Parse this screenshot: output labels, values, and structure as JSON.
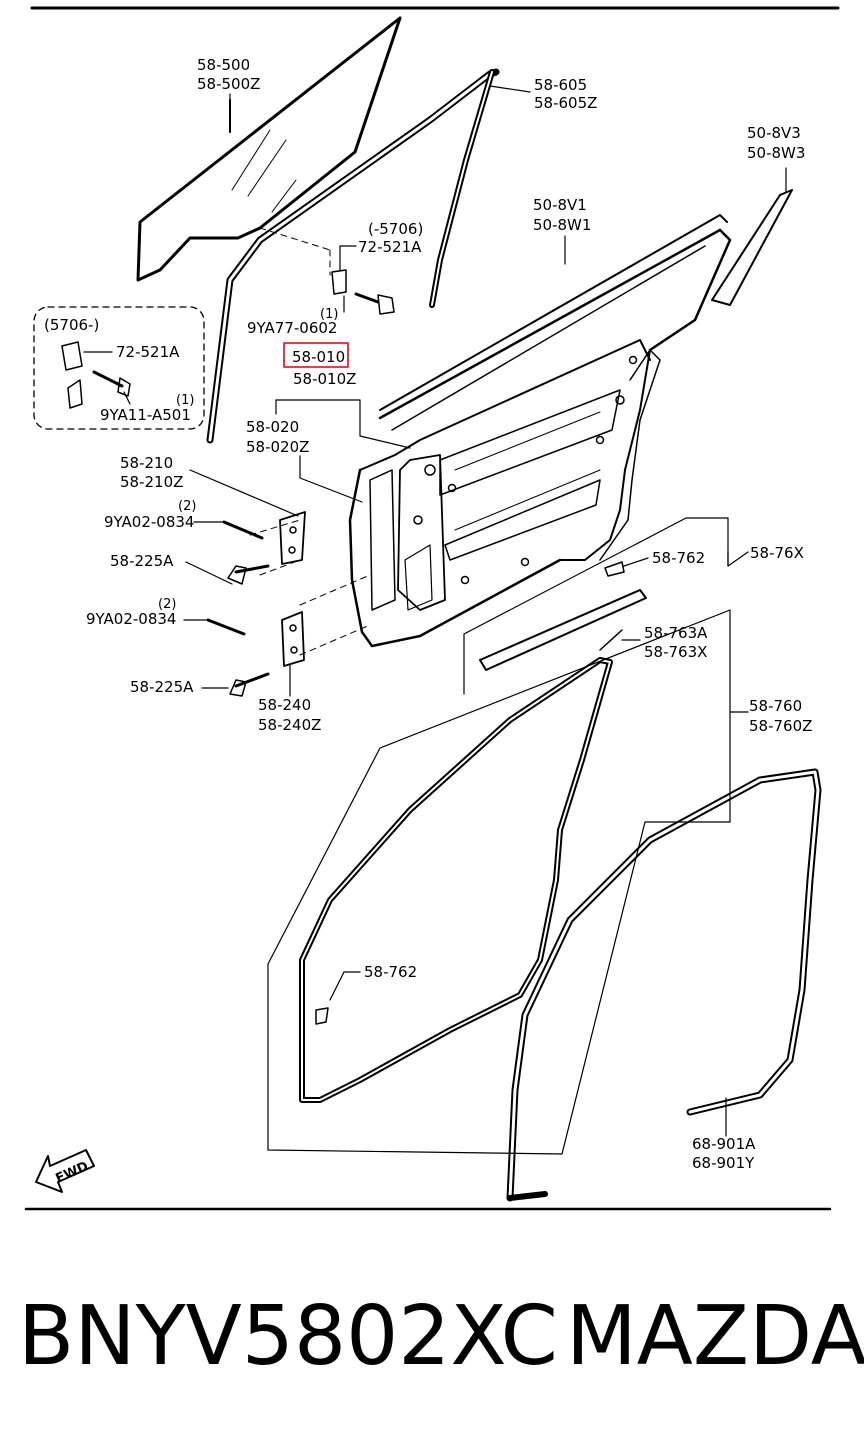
{
  "labels": {
    "glass": [
      "58-500",
      "58-500Z"
    ],
    "run_channel": [
      "58-605",
      "58-605Z"
    ],
    "garnish_rear": [
      "50-8V3",
      "50-8W3"
    ],
    "weatherstrip_upper": [
      "50-8V1",
      "50-8W1"
    ],
    "note_before": "(-5706)",
    "clip_main": "72-521A",
    "bolt_qty": "(1)",
    "bolt_main": "9YA77-0602",
    "inset_title": "(5706-)",
    "inset_clip": "72-521A",
    "inset_qty": "(1)",
    "inset_bolt": "9YA11-A501",
    "door_panel": [
      "58-010",
      "58-010Z"
    ],
    "door_sub": [
      "58-020",
      "58-020Z"
    ],
    "hinge_upper": [
      "58-210",
      "58-210Z"
    ],
    "bolt_a_qty": "(2)",
    "bolt_a": "9YA02-0834",
    "bolt_225_upper": "58-225A",
    "bolt_b_qty": "(2)",
    "bolt_b": "9YA02-0834",
    "bolt_225_lower": "58-225A",
    "hinge_lower": [
      "58-240",
      "58-240Z"
    ],
    "clip_762_upper": "58-762",
    "moulding_set": "58-76X",
    "moulding_end": [
      "58-763A",
      "58-763X"
    ],
    "weatherstrip_door": [
      "58-760",
      "58-760Z"
    ],
    "clip_762_lower": "58-762",
    "opening_trim": [
      "68-901A",
      "68-901Y"
    ],
    "fwd": "FWD"
  },
  "highlight_color": "#e0252a",
  "caption": {
    "part_number": "BNYV5802XC",
    "brand": "MAZDA"
  }
}
